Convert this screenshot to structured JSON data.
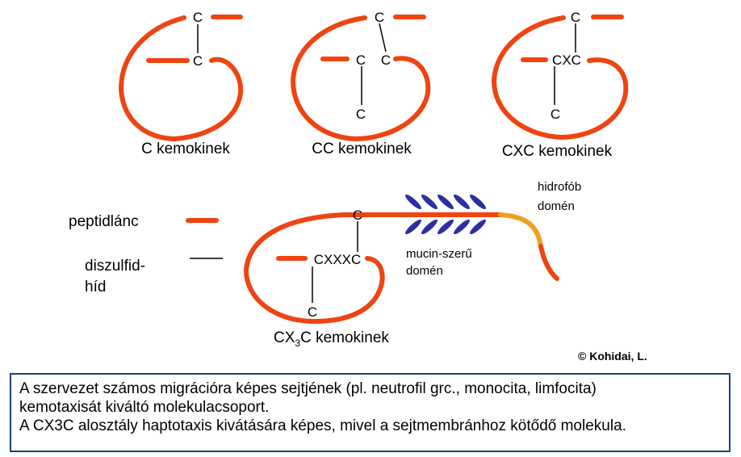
{
  "colors": {
    "peptide": "#ee4411",
    "hydrophobic": "#f0a01e",
    "mucin": "#2b2f9f",
    "bond": "#000000",
    "caption_border": "#1f3f7a"
  },
  "atoms": {
    "c": "C",
    "cc_center": "CXC",
    "cx3c_center": "CXXXC"
  },
  "labels": {
    "c_kemokinek": "C kemokinek",
    "cc_kemokinek": "CC kemokinek",
    "cxc_kemokinek": "CXC kemokinek",
    "cx3c_pre": "CX",
    "cx3c_sub": "3",
    "cx3c_post": "C kemokinek"
  },
  "legend": {
    "peptidlanc": "peptidlánc",
    "diszulfid_1": "diszulfid-",
    "diszulfid_2": "híd"
  },
  "annotations": {
    "hidrofob_1": "hidrofób",
    "hidrofob_2": "domén",
    "mucin_1": "mucin-szerű",
    "mucin_2": "domén",
    "credit": "© Kohidai, L."
  },
  "caption": {
    "line1": "A szervezet  számos migrációra képes sejtjének (pl. neutrofil grc., monocita, limfocita)",
    "line2": "kemotaxisát kiváltó molekulacsoport.",
    "line3": "A CX3C alosztály haptotaxis kivátására képes, mivel a sejtmembránhoz kötődő molekula."
  }
}
